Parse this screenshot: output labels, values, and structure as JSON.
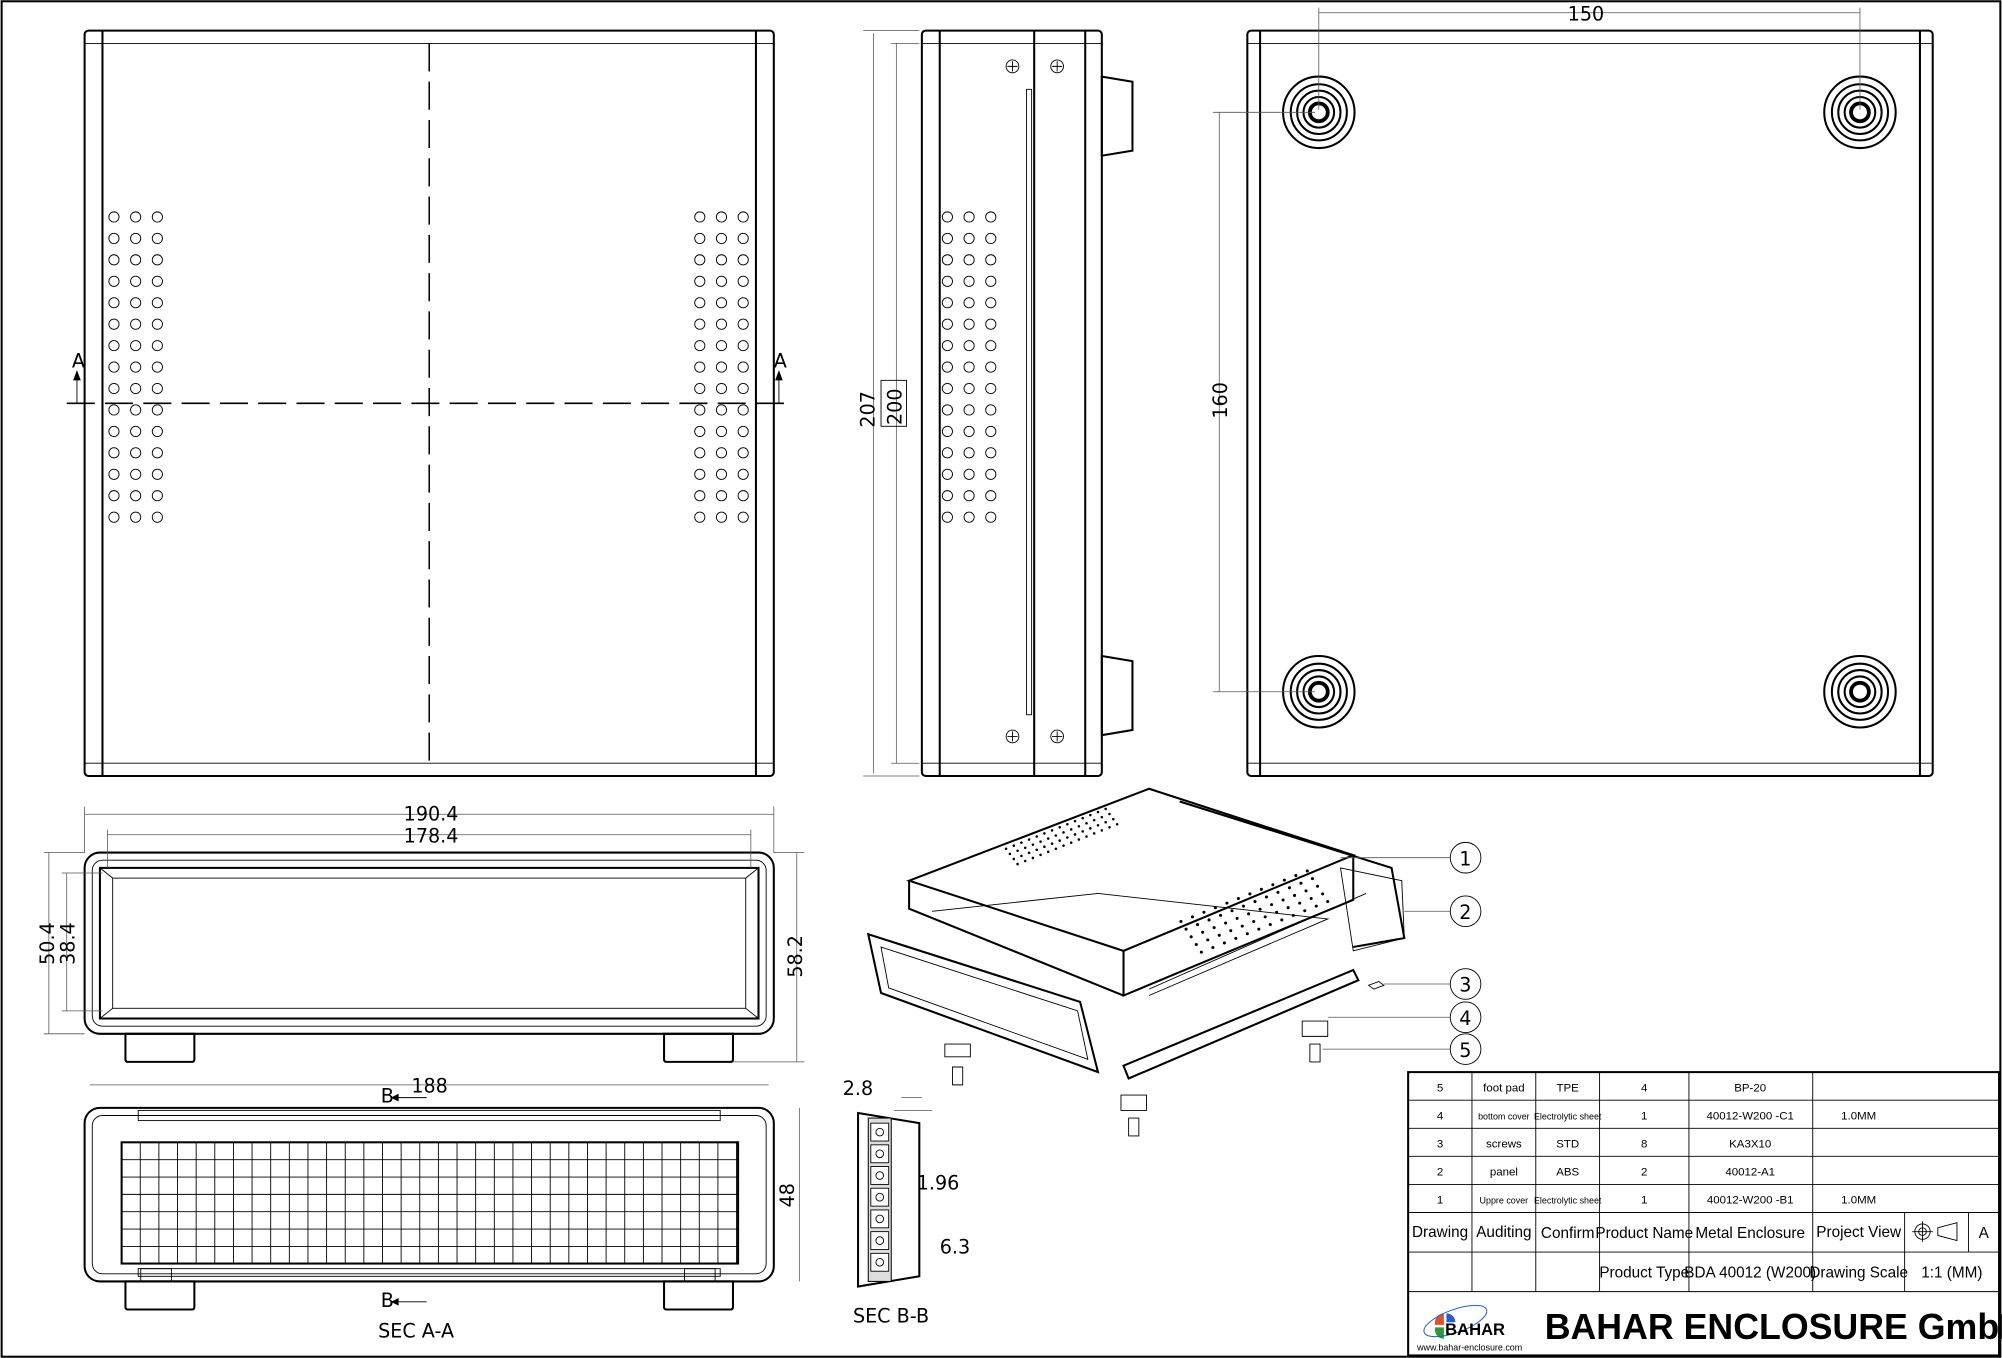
{
  "views": {
    "top_view": {
      "section_mark_left": "A",
      "section_mark_right": "A"
    },
    "side_view": {
      "dim_outer": "207",
      "dim_inner": "200"
    },
    "bottom_view": {
      "dim_width": "150",
      "dim_height": "160"
    },
    "front_view": {
      "dim_outer_width": "190.4",
      "dim_inner_width": "178.4",
      "dim_outer_height": "50.4",
      "dim_inner_height": "38.4",
      "dim_total_height": "58.2"
    },
    "section_a_a": {
      "title": "SEC A-A",
      "dim_width": "188",
      "dim_height": "48",
      "section_mark_top": "B",
      "section_mark_bottom": "B"
    },
    "section_b_b": {
      "title": "SEC B-B",
      "dim_a": "2.8",
      "dim_b": "1.96",
      "dim_c": "6.3"
    }
  },
  "callouts": [
    "1",
    "2",
    "3",
    "4",
    "5"
  ],
  "bom": [
    {
      "no": "5",
      "name": "foot pad",
      "material": "TPE",
      "qty": "4",
      "code": "BP-20",
      "note": ""
    },
    {
      "no": "4",
      "name": "bottom cover",
      "material": "Electrolytic sheet",
      "qty": "1",
      "code": "40012-W200 -C1",
      "note": "1.0MM"
    },
    {
      "no": "3",
      "name": "screws",
      "material": "STD",
      "qty": "8",
      "code": "KA3X10",
      "note": ""
    },
    {
      "no": "2",
      "name": "panel",
      "material": "ABS",
      "qty": "2",
      "code": "40012-A1",
      "note": ""
    },
    {
      "no": "1",
      "name": "Uppre cover",
      "material": "Electrolytic sheet",
      "qty": "1",
      "code": "40012-W200 -B1",
      "note": "1.0MM"
    }
  ],
  "title_block": {
    "drawing": "Drawing",
    "auditing": "Auditing",
    "confirm": "Confirm",
    "product_name_label": "Product Name",
    "product_name": "Metal Enclosure",
    "project_view_label": "Project View",
    "sheet_size": "A",
    "product_type_label": "Product Type",
    "product_type": "BDA 40012 (W200)",
    "drawing_scale_label": "Drawing Scale",
    "drawing_scale": "1:1 (MM)",
    "logo_text": "BAHAR",
    "website": "www.bahar-enclosure.com",
    "company": "BAHAR ENCLOSURE GmbH"
  },
  "colors": {
    "logo_red": "#e2502a",
    "logo_blue": "#2a5bd7",
    "logo_green": "#2a9a3a"
  }
}
